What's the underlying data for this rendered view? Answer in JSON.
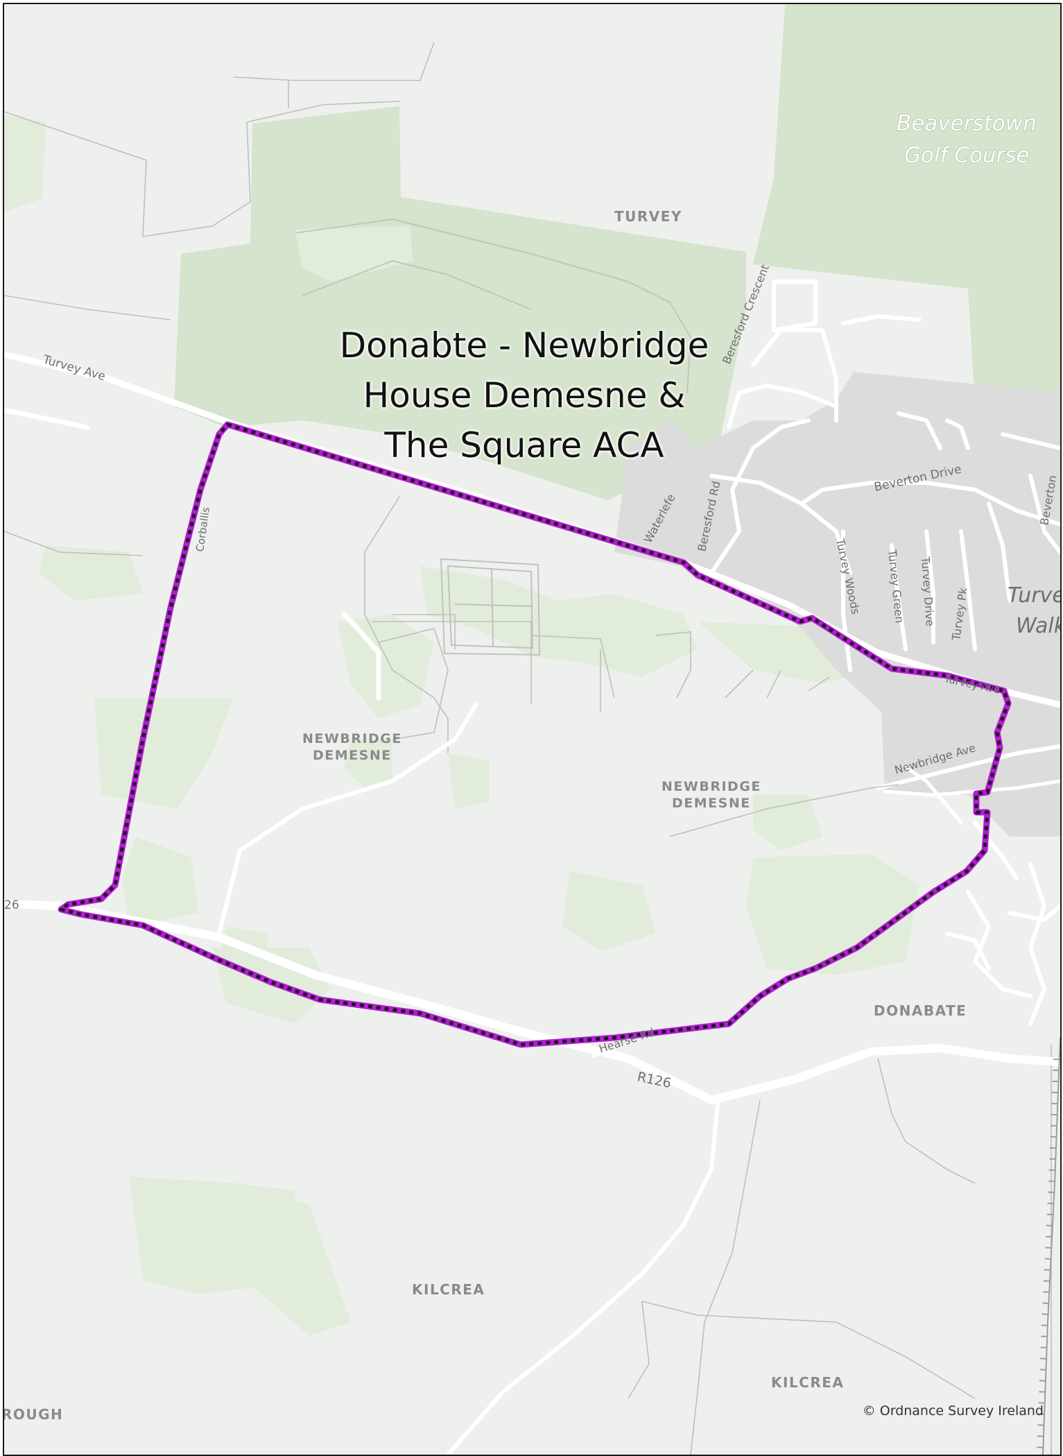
{
  "map": {
    "title_lines": [
      "Donabte - Newbridge",
      "House Demesne &",
      "The Square ACA"
    ],
    "attribution": "© Ordnance Survey Ireland",
    "colors": {
      "background": "#eef0ee",
      "green_area": "#d6e3cd",
      "woodland": "#e3ecdd",
      "urban": "#dcdcdc",
      "boundary": "#b51bd6",
      "boundary_dash": "#1a1a1a"
    },
    "place_labels": {
      "turvey": "TURVEY",
      "newbridge_west_line1": "NEWBRIDGE",
      "newbridge_west_line2": "DEMESNE",
      "newbridge_east_line1": "NEWBRIDGE",
      "newbridge_east_line2": "DEMESNE",
      "donabate": "DONABATE",
      "kilcrea_west": "KILCREA",
      "kilcrea_east": "KILCREA",
      "rough": "ROUGH"
    },
    "golf_course": {
      "line1": "Beaverstown",
      "line2": "Golf Course"
    },
    "street_labels": {
      "turvey_ave": "Turvey Ave",
      "beresford_crescent": "Beresford Crescent",
      "beresford_rd": "Beresford Rd",
      "waterlefe": "Waterlefe",
      "beverton_drive": "Beverton Drive",
      "beverton_edge": "Beverton",
      "turvey_woods": "Turvey Woods",
      "turvey_green": "Turvey Green",
      "turvey_drive": "Turvey Drive",
      "turvey_pk": "Turvey Pk",
      "turvey_walk_line1": "Turvey",
      "turvey_walk_line2": "Walk",
      "newbridge_ave": "Newbridge Ave",
      "r126": "R126",
      "r126_edge": "26",
      "hearse_rd": "Hearse Rd",
      "turvey_ave_east": "Turvey Ave",
      "corballis": "Corballis"
    }
  }
}
